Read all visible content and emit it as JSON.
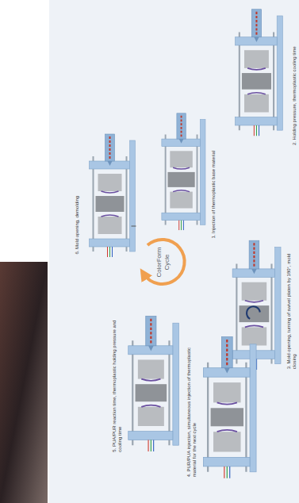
{
  "diagram": {
    "labels": [
      "1. Injection of thermoplastic base material",
      "2. Holding pressure, thermoplastic cooling time",
      "3. Mold opening, turning of swivel platen by 180°, mold closing",
      "4. PUR/PUA injection, simultaneous injection of thermoplastic material for the next cycle",
      "5. PUA/PUR reaction time, thermoplastic holding pressure and cooling time",
      "6. Mold opening, demolding",
      "ColorForm Cycle"
    ]
  }
}
